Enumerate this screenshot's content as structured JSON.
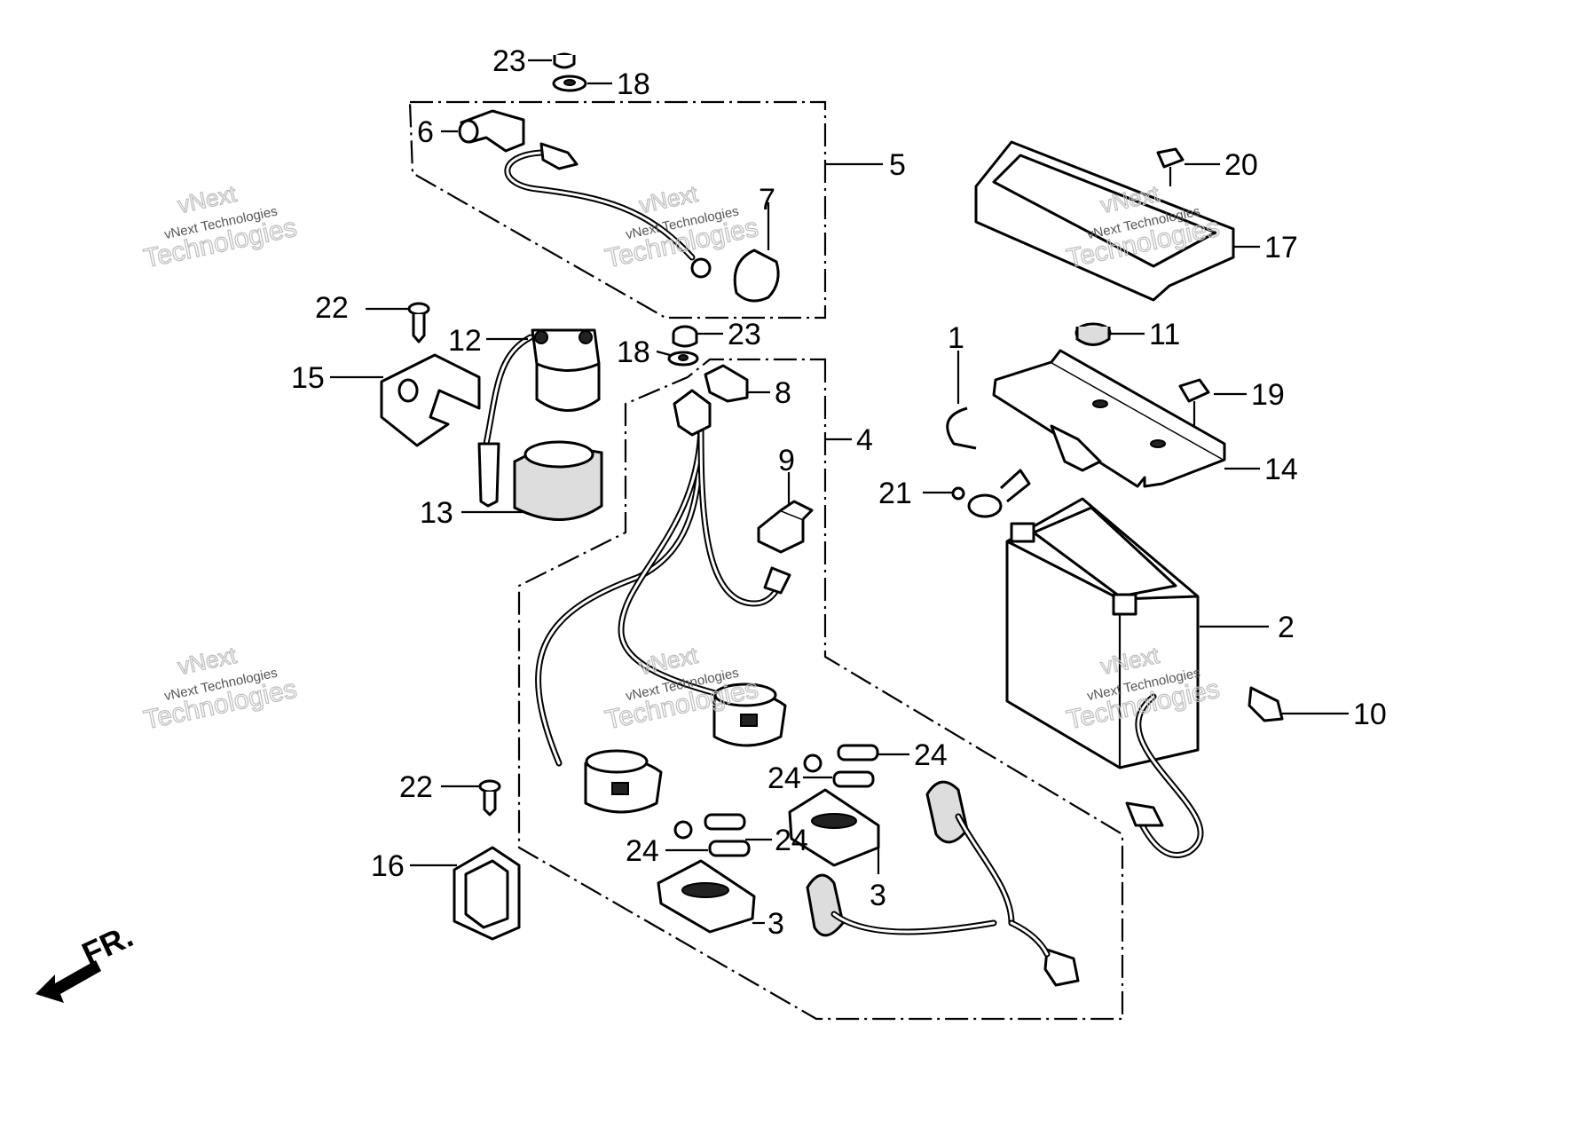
{
  "diagram": {
    "callouts": {
      "c1": "1",
      "c2": "2",
      "c3a": "3",
      "c3b": "3",
      "c4": "4",
      "c5": "5",
      "c6": "6",
      "c7": "7",
      "c8": "8",
      "c9": "9",
      "c10": "10",
      "c11": "11",
      "c12": "12",
      "c13": "13",
      "c14": "14",
      "c15": "15",
      "c16": "16",
      "c17": "17",
      "c18a": "18",
      "c18b": "18",
      "c19": "19",
      "c20": "20",
      "c21": "21",
      "c22a": "22",
      "c22b": "22",
      "c23a": "23",
      "c23b": "23",
      "c24a": "24",
      "c24b": "24",
      "c24c": "24",
      "c24d": "24"
    },
    "front_label": "FR.",
    "watermark": {
      "line1": "vNext",
      "line2": "vNext Technologies",
      "line3": "Technologies"
    },
    "icons": [
      "front-arrow-icon"
    ]
  }
}
